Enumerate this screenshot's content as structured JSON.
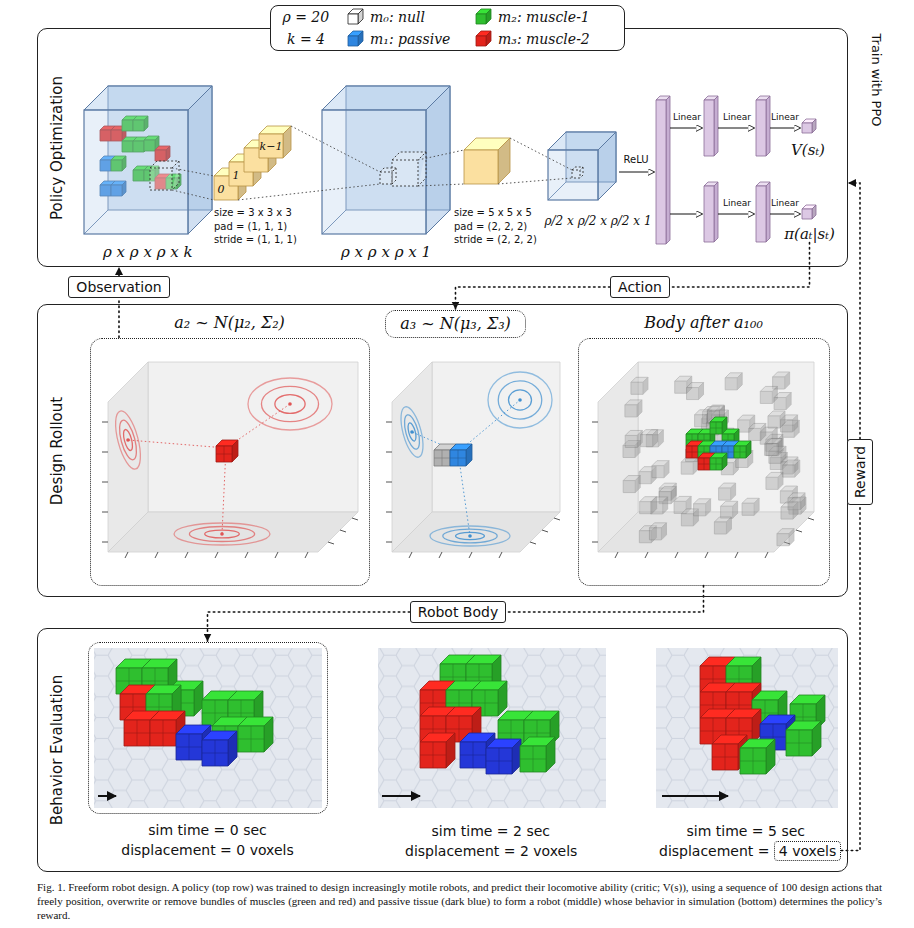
{
  "diagram": {
    "caption": "Fig. 1. Freeform robot design. A policy (top row) was trained to design increasingly motile robots, and predict their locomotive ability (critic; V(s)), using a sequence of 100 design actions that freely position, overwrite or remove bundles of muscles (green and red) and passive tissue (dark blue) to form a robot (middle) whose behavior in simulation (bottom) determines the policy’s reward.",
    "nodes": [
      {
        "text": [
          "Policy Optimization"
        ]
      },
      {
        "text": [
          "π(aₜ|sₜ)"
        ],
        "in": 0
      },
      {
        "text": [
          "Observation"
        ]
      },
      {
        "text": [
          "Action"
        ]
      },
      {
        "text": [
          "Design Rollout"
        ]
      },
      {
        "text": [
          "a₂ ~ N(μ₂, Σ₂)"
        ],
        "in": 4
      },
      {
        "text": [
          "a₃ ~ N(μ₃, Σ₃)"
        ],
        "in": 4
      },
      {
        "text": [
          "Body after a₁₀₀"
        ],
        "in": 4
      },
      {
        "text": [
          "Robot Body"
        ]
      },
      {
        "text": [
          "Behavior Evaluation"
        ]
      },
      {
        "text": [
          "sim time = 0 sec",
          "displacement = 0 voxels"
        ],
        "in": 9
      },
      {
        "text": [
          "4 voxels"
        ],
        "in": 9
      },
      {
        "text": [
          "Reward"
        ]
      }
    ],
    "edges": [
      {
        "from": 1,
        "to": 3,
        "arrow": "none"
      },
      {
        "from": 3,
        "to": 6,
        "arrow": "to"
      },
      {
        "from": 5,
        "to": 2,
        "arrow": "none"
      },
      {
        "from": 2,
        "to": 0,
        "arrow": "to"
      },
      {
        "from": 7,
        "to": 8,
        "arrow": "none"
      },
      {
        "from": 8,
        "to": 10,
        "arrow": "to"
      },
      {
        "from": 11,
        "to": 12,
        "arrow": "none"
      },
      {
        "from": 12,
        "to": 0,
        "arrow": "to"
      }
    ],
    "labels": [
      "ρ = 20",
      "k = 4",
      "0",
      "1",
      "k−1",
      "size = 3 x 3 x 3",
      "pad = (1, 1, 1)",
      "stride = (1, 1, 1)",
      "ρ x ρ x ρ x k",
      "ρ x ρ x ρ x 1",
      "size = 5 x 5 x 5",
      "pad = (2, 2, 2)",
      "stride = (2, 2, 2)",
      "ρ/2 x ρ/2 x ρ/2 x 1",
      "ReLU",
      "Linear",
      "Linear",
      "Linear",
      "Linear",
      "Linear",
      "V(sₜ)",
      "Train with PPO",
      "sim time = 2 sec",
      "displacement = 2 voxels",
      "sim time = 5 sec",
      "displacement ="
    ],
    "legend": [
      {
        "text": "m₀: null"
      },
      {
        "text": "m₁: passive",
        "color": "#2f86e0"
      },
      {
        "text": "m₂: muscle-1",
        "color": "#2fbf2f"
      },
      {
        "text": "m₃: muscle-2",
        "color": "#e3241c"
      }
    ]
  }
}
